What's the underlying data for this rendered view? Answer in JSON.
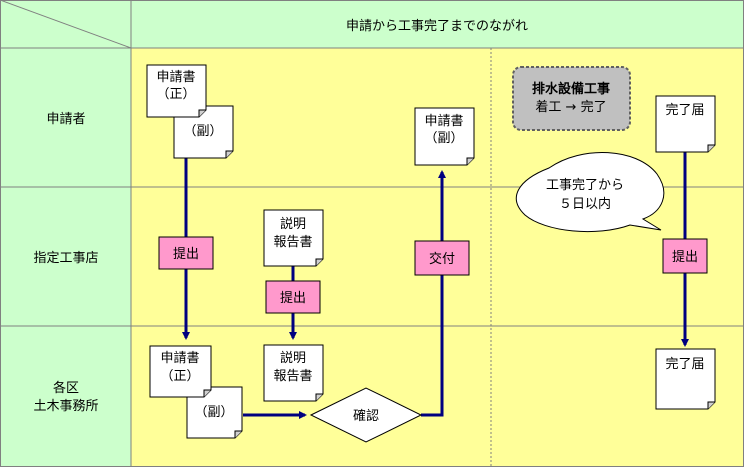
{
  "header": {
    "title": "申請から工事完了までのながれ"
  },
  "lanes": [
    {
      "label": "申請者"
    },
    {
      "label": "指定工事店"
    },
    {
      "label_line1": "各区",
      "label_line2": "土木事務所"
    }
  ],
  "colors": {
    "header_green": "#ccffcc",
    "lane_yellow": "#ffff99",
    "pink": "#ff99cc",
    "arrow_navy": "#000080",
    "grey_box": "#c0c0c0"
  },
  "docs": {
    "applicant_main": {
      "line1": "申請書",
      "line2": "（正）"
    },
    "applicant_sub": {
      "line1": "（副）"
    },
    "applicant_returned": {
      "line1": "申請書",
      "line2": "（副）"
    },
    "completion_applicant": {
      "line1": "完了届"
    },
    "explanation_contractor": {
      "line1": "説明",
      "line2": "報告書"
    },
    "office_main": {
      "line1": "申請書",
      "line2": "（正）"
    },
    "office_sub": {
      "line1": "（副）"
    },
    "explanation_office": {
      "line1": "説明",
      "line2": "報告書"
    },
    "completion_office": {
      "line1": "完了届"
    }
  },
  "steps": {
    "submit_1": "提出",
    "submit_2": "提出",
    "submit_3": "提出",
    "deliver": "交付",
    "confirm": "確認"
  },
  "drainage_box": {
    "line1": "排水設備工事",
    "line2": "着工 → 完了"
  },
  "callout": {
    "line1": "工事完了から",
    "line2": "５日以内"
  }
}
